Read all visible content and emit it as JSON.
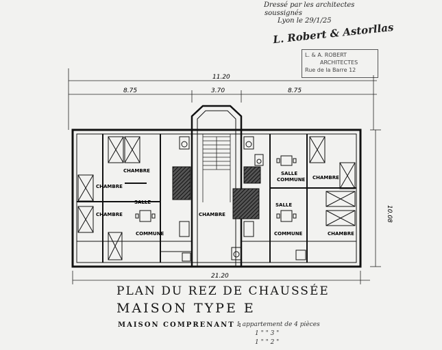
{
  "approval": {
    "line1": "Dressé par les architectes",
    "line2": "soussignés",
    "place_date": "Lyon le 29/1/25",
    "signature": "L. Robert & Astorllas"
  },
  "stamp": {
    "line1": "L. & A. ROBERT",
    "line2": "ARCHITECTES",
    "line3": "Rue de la Barre 12"
  },
  "dimensions": {
    "total_width_top": "11.20",
    "left_bay": "8.75",
    "center_bay": "3.70",
    "right_bay": "8.75",
    "total_width_bottom": "21.20",
    "depth": "10.08"
  },
  "rooms": {
    "chambre": "CHAMBRE",
    "salle": "SALLE",
    "commune": "COMMUNE"
  },
  "title": {
    "plan": "PLAN DU REZ DE CHAUSSÉE",
    "type": "MAISON TYPE E",
    "subtitle": "MAISON COMPRENANT :"
  },
  "program": {
    "row1": "1 appartement de 4 pièces",
    "row2": "1 \" \" 3 \"",
    "row3": "1 \" \" 2 \""
  }
}
